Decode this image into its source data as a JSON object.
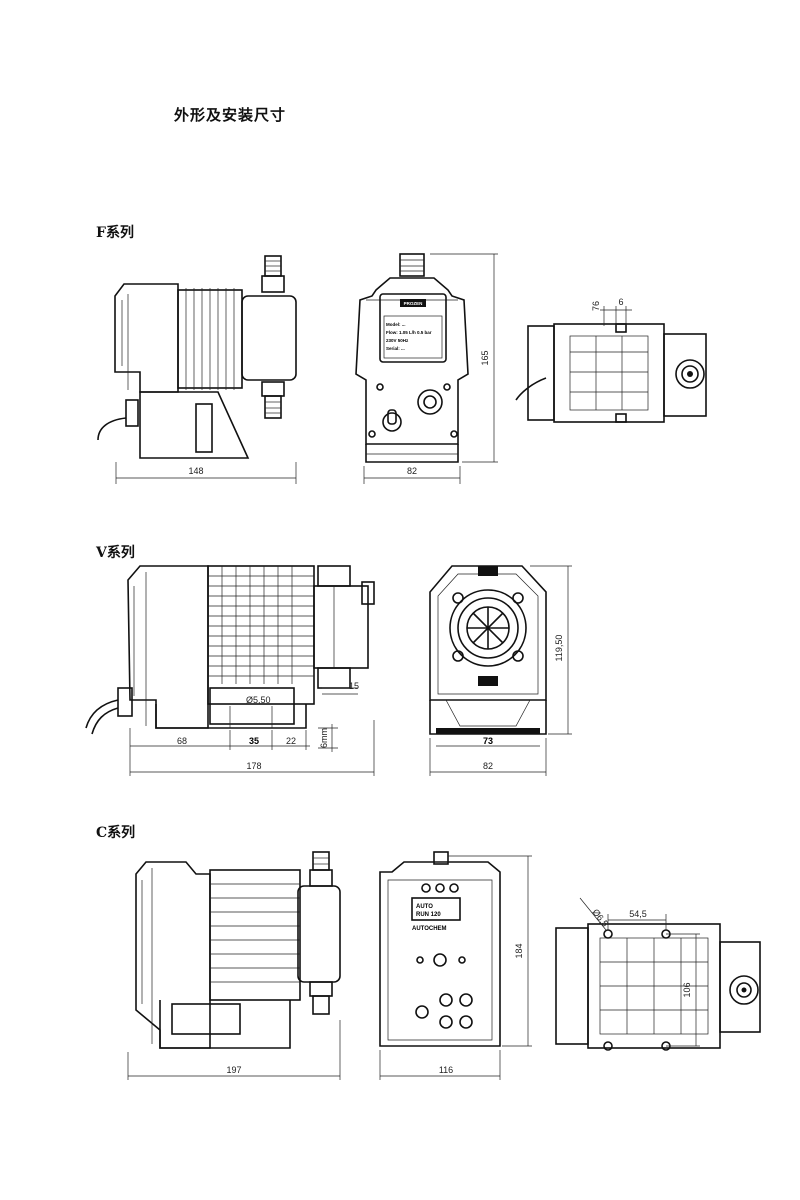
{
  "title": "外形及安装尺寸",
  "series": [
    {
      "label": "F系列",
      "views": {
        "side": {
          "width": "148"
        },
        "front": {
          "width": "82",
          "height": "165",
          "panel_lines": [
            "PROZEN",
            "Model: ...",
            "Flow: 1.05 L/h  0.5 bar",
            "230V 50Hz",
            "Serial: ..."
          ]
        },
        "top": {
          "dim_a": "76",
          "dim_b": "6"
        }
      }
    },
    {
      "label": "V系列",
      "views": {
        "side": {
          "width": "178",
          "dim_left": "68",
          "dim_mid": "35",
          "dim_right": "22",
          "dim_height": "6mm",
          "dim_port": "15",
          "hole": "Ø5,50"
        },
        "front": {
          "width": "82",
          "inner_width": "73",
          "height": "119,50"
        }
      }
    },
    {
      "label": "C系列",
      "views": {
        "side": {
          "width": "197"
        },
        "front": {
          "width": "116",
          "height": "184",
          "panel_lines": [
            "AUTO",
            "RUN  120",
            "AUTOCHEM"
          ]
        },
        "top": {
          "hole": "Ø6,5",
          "dim_a": "54,5",
          "dim_b": "106"
        }
      }
    }
  ]
}
